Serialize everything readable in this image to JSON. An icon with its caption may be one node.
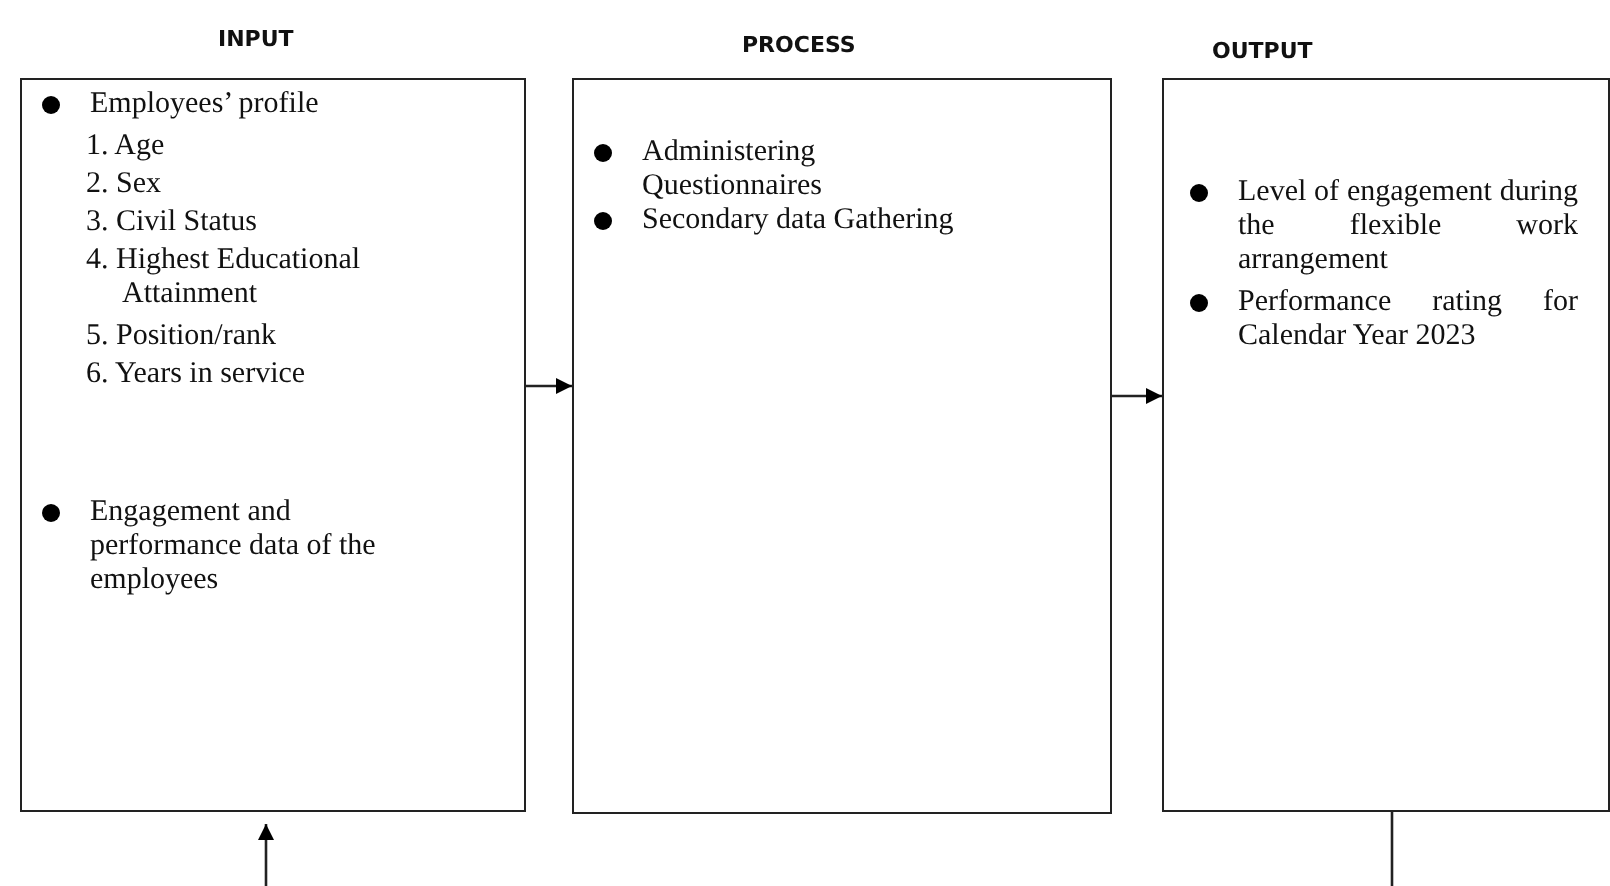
{
  "diagram": {
    "nodes": [
      {
        "text": [
          "INPUT",
          "Employees’ profile",
          "1. Age",
          "2. Sex",
          "3. Civil Status",
          "4. Highest Educational Attainment",
          "5. Position/rank",
          "6. Years in service",
          "Engagement and performance data of the employees"
        ]
      },
      {
        "text": [
          "PROCESS",
          "Administering Questionnaires",
          "Secondary data Gathering"
        ]
      },
      {
        "text": [
          "OUTPUT",
          "Level of engagement during the flexible work arrangement",
          "Performance rating for Calendar Year 2023"
        ]
      }
    ],
    "edges": [
      {
        "from": 0,
        "to": 1,
        "arrow": "to"
      },
      {
        "from": 1,
        "to": 2,
        "arrow": "to"
      },
      {
        "from": null,
        "to": 0,
        "arrow": "to"
      },
      {
        "from": 2,
        "to": null,
        "arrow": "none"
      }
    ]
  }
}
